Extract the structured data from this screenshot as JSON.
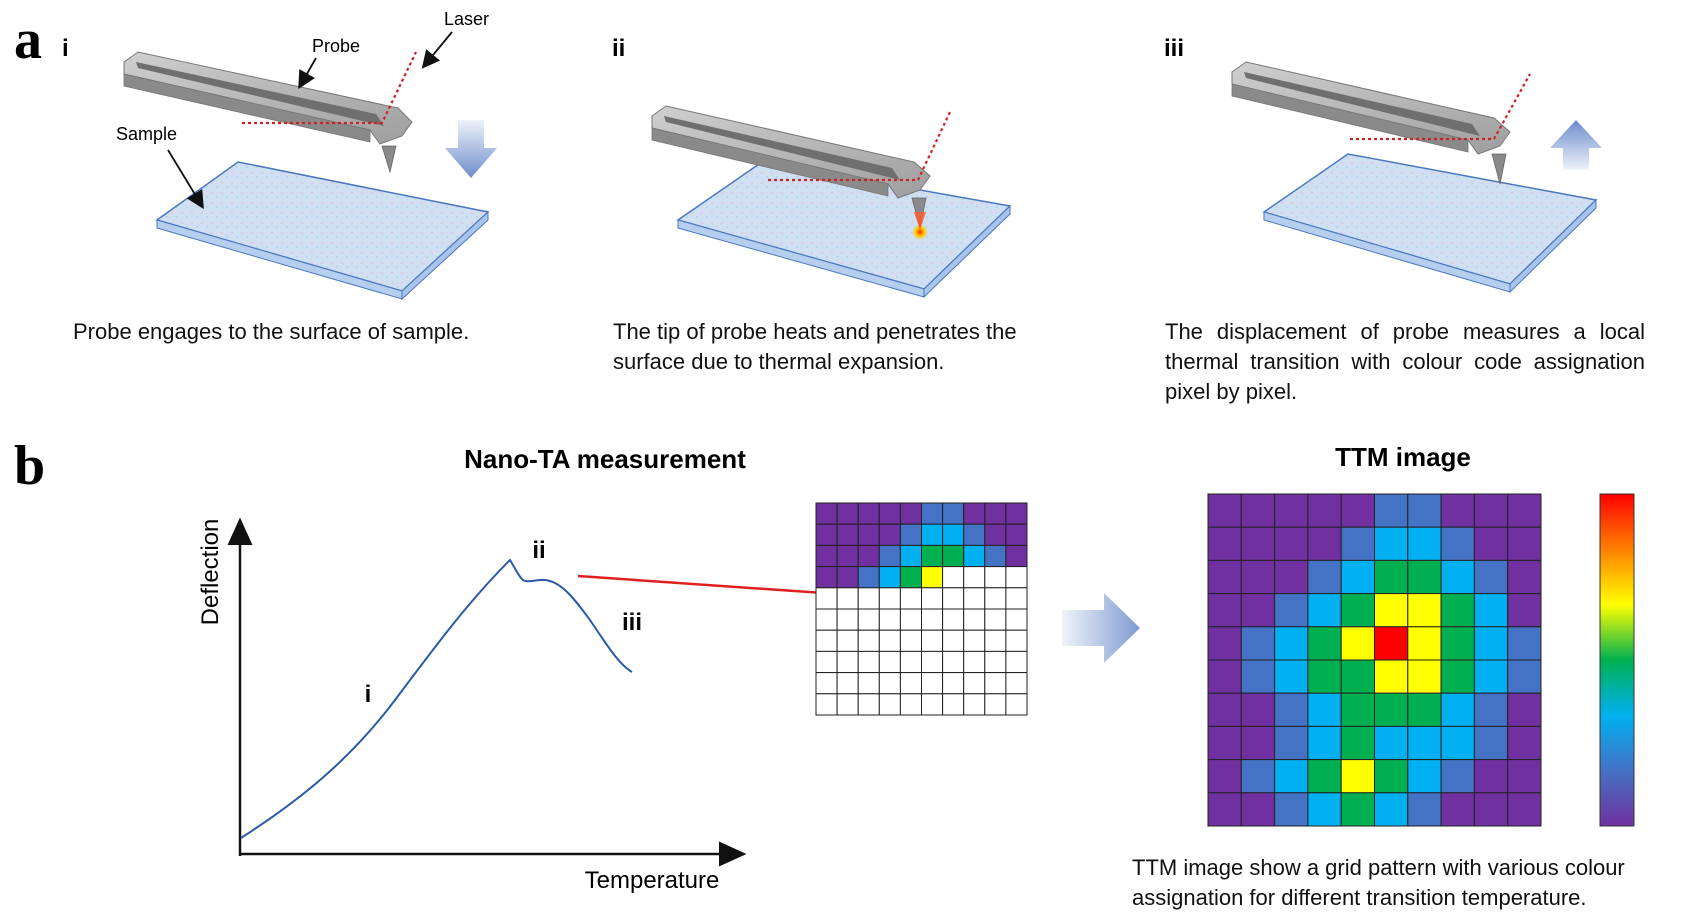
{
  "panel_a": {
    "letter": "a",
    "steps": [
      {
        "numeral": "i",
        "caption": "Probe engages to the surface of sample."
      },
      {
        "numeral": "ii",
        "caption": "The tip of probe heats and penetrates the surface due to thermal expansion."
      },
      {
        "numeral": "iii",
        "caption": "The displacement of probe measures a local thermal transition with colour code assignation pixel by pixel."
      }
    ],
    "labels": {
      "laser": "Laser",
      "probe": "Probe",
      "sample": "Sample"
    }
  },
  "panel_b": {
    "letter": "b",
    "nano_ta_title": "Nano-TA measurement",
    "ttm_title": "TTM image",
    "ttm_caption": "TTM image show a grid pattern with various colour assignation for different transition temperature.",
    "curve_markers": [
      "i",
      "ii",
      "iii"
    ]
  },
  "chart_data": {
    "type": "line",
    "title": "Nano-TA measurement",
    "xlabel": "Temperature",
    "ylabel": "Deflection",
    "annotations": [
      "i",
      "ii",
      "iii"
    ]
  },
  "colors": {
    "1": "#7030a0",
    "2": "#4472c4",
    "3": "#00b0f0",
    "4": "#00b050",
    "5": "#ffff00",
    "6": "#ff0000",
    "0": "#ffffff",
    "arrow_red": "#e02020",
    "curve": "#2a5aa8",
    "laser": "#cc2222"
  },
  "ttm_grid": [
    [
      1,
      1,
      1,
      1,
      1,
      2,
      2,
      1,
      1,
      1
    ],
    [
      1,
      1,
      1,
      1,
      2,
      3,
      3,
      2,
      1,
      1
    ],
    [
      1,
      1,
      1,
      2,
      3,
      4,
      4,
      3,
      2,
      1
    ],
    [
      1,
      1,
      2,
      3,
      4,
      5,
      5,
      4,
      3,
      1
    ],
    [
      1,
      2,
      3,
      4,
      5,
      6,
      5,
      4,
      3,
      2
    ],
    [
      1,
      2,
      3,
      4,
      4,
      5,
      5,
      4,
      3,
      2
    ],
    [
      1,
      1,
      2,
      3,
      4,
      4,
      4,
      3,
      2,
      1
    ],
    [
      1,
      1,
      2,
      3,
      4,
      3,
      3,
      3,
      2,
      1
    ],
    [
      1,
      2,
      3,
      4,
      5,
      4,
      3,
      2,
      1,
      1
    ],
    [
      1,
      1,
      2,
      3,
      4,
      3,
      2,
      1,
      1,
      1
    ]
  ],
  "partial_grid": [
    [
      1,
      1,
      1,
      1,
      1,
      2,
      2,
      1,
      1,
      1
    ],
    [
      1,
      1,
      1,
      1,
      2,
      3,
      3,
      2,
      1,
      1
    ],
    [
      1,
      1,
      1,
      2,
      3,
      4,
      4,
      3,
      2,
      1
    ],
    [
      1,
      1,
      2,
      3,
      4,
      5,
      0,
      0,
      0,
      0
    ],
    [
      0,
      0,
      0,
      0,
      0,
      0,
      0,
      0,
      0,
      0
    ],
    [
      0,
      0,
      0,
      0,
      0,
      0,
      0,
      0,
      0,
      0
    ],
    [
      0,
      0,
      0,
      0,
      0,
      0,
      0,
      0,
      0,
      0
    ],
    [
      0,
      0,
      0,
      0,
      0,
      0,
      0,
      0,
      0,
      0
    ],
    [
      0,
      0,
      0,
      0,
      0,
      0,
      0,
      0,
      0,
      0
    ],
    [
      0,
      0,
      0,
      0,
      0,
      0,
      0,
      0,
      0,
      0
    ]
  ],
  "colorbar_stops": [
    "#7030a0",
    "#4472c4",
    "#00b0f0",
    "#00b050",
    "#ffff00",
    "#ff8000",
    "#ff0000"
  ]
}
